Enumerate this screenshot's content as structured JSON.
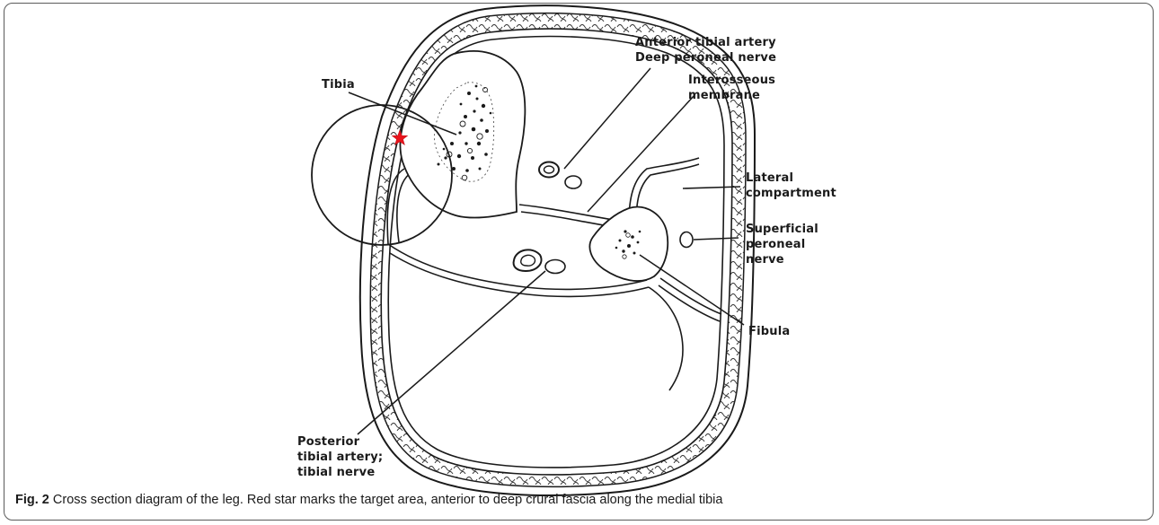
{
  "labels": {
    "tibia": "Tibia",
    "anterior_artery_line1": "Anterior tibial artery",
    "anterior_artery_line2": "Deep peroneal nerve",
    "interosseous_line1": "Interosseous",
    "interosseous_line2": "membrane",
    "lateral_line1": "Lateral",
    "lateral_line2": "compartment",
    "superficial_line1": "Superficial",
    "superficial_line2": "peroneal",
    "superficial_line3": "nerve",
    "fibula": "Fibula",
    "posterior_line1": "Posterior",
    "posterior_line2": "tibial artery;",
    "posterior_line3": "tibial nerve"
  },
  "caption": {
    "figure_number": "Fig. 2",
    "text": " Cross section diagram of the leg. Red star marks the target area, anterior to deep crural fascia along the medial tibia"
  },
  "colors": {
    "star": "#e8141c",
    "outline": "#1a1a1a",
    "frame": "#5a5a5a"
  }
}
